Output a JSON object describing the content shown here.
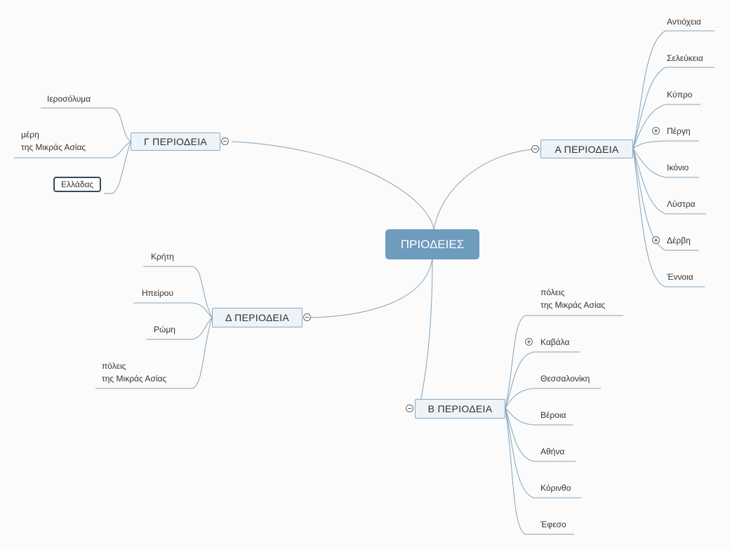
{
  "root": {
    "label": "ΠΡΙΟΔΕΙΕΣ"
  },
  "branches": {
    "a": {
      "label": "Α ΠΕΡΙΟΔΕΙΑ",
      "children": [
        "Αντιόχεια",
        "Σελεύκεια",
        "Κύπρο",
        "Πέργη",
        "Ικόνιο",
        "Λύστρα",
        "Δέρβη",
        "Έννοια"
      ]
    },
    "b": {
      "label": "Β ΠΕΡΙΟΔΕΙΑ",
      "children_first": [
        "πόλεις",
        "της Μικράς Ασίας"
      ],
      "children": [
        "Καβάλα",
        "Θεσσαλονίκη",
        "Βέροια",
        "Αθήνα",
        "Κόρινθο",
        "Έφεσο"
      ]
    },
    "c": {
      "label": "Γ ΠΕΡΙΟΔΕΙΑ",
      "children": [
        "Ιεροσόλυμα",
        "Ελλάδας"
      ],
      "child_multiline": [
        "μέρη",
        "της Μικράς Ασίας"
      ]
    },
    "d": {
      "label": "Δ ΠΕΡΙΟΔΕΙΑ",
      "children": [
        "Κρήτη",
        "Ηπείρου",
        "Ρώμη"
      ],
      "child_multiline": [
        "πόλεις",
        "της Μικράς Ασίας"
      ]
    }
  },
  "colors": {
    "line": "#7fa3bf",
    "root_fill": "#6e9cbd",
    "topic_fill": "#eef3f8",
    "background": "#fbfbfb"
  },
  "icons": {
    "collapse": "minus-circle-icon",
    "expand": "plus-circle-icon"
  }
}
